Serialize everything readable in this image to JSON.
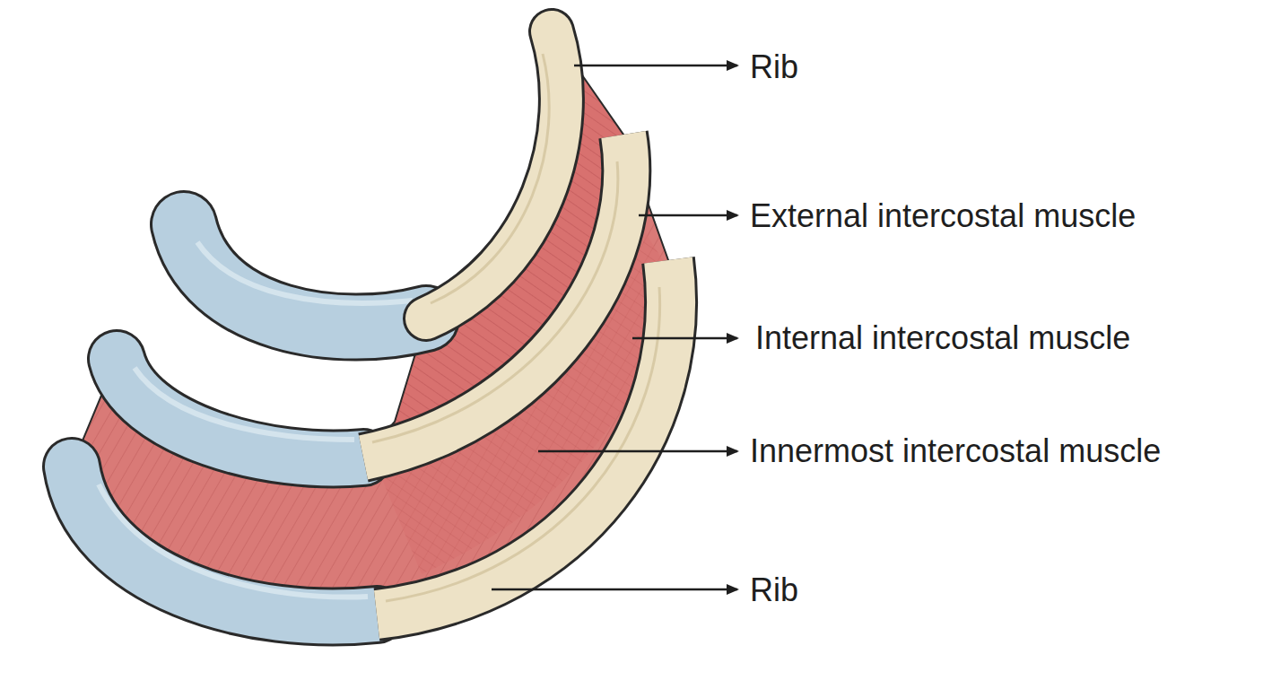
{
  "diagram": {
    "labels": [
      "Rib",
      "External intercostal muscle",
      "Internal intercostal muscle",
      "Innermost intercostal muscle",
      "Rib"
    ]
  }
}
